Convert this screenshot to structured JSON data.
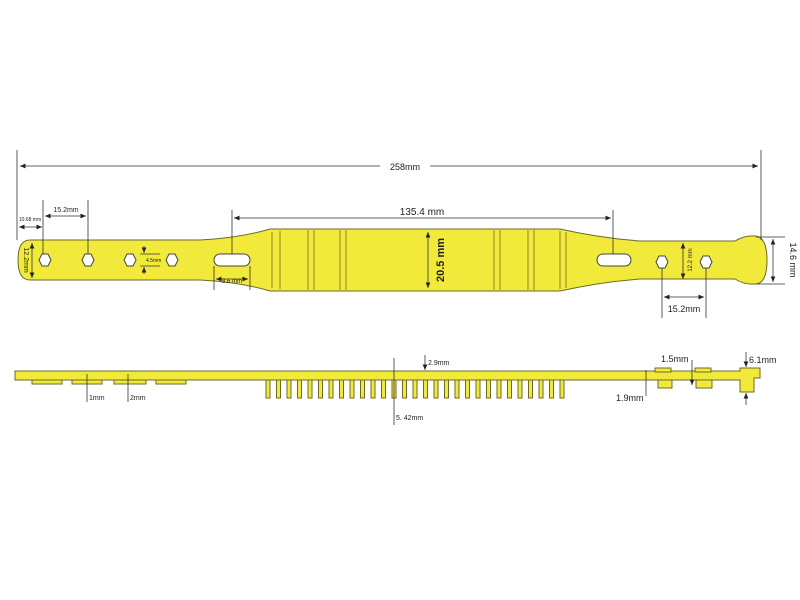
{
  "colors": {
    "strap": "#f2ea3a",
    "outline": "#6b6a2a",
    "dimension": "#333333"
  },
  "top_view": {
    "overall_length": "258mm",
    "end_offset": "10.68 mm",
    "hole_pitch_left": "15.2mm",
    "strap_width_left": "12.2mm",
    "hole_size": "4.5mm",
    "slot_width": "8.6 mm",
    "slot_spacing": "135.4 mm",
    "body_width": "20.5 mm",
    "strap_width_right": "12.2 mm",
    "hole_pitch_right": "15.2mm",
    "head_width": "14.6 mm"
  },
  "side_view": {
    "clip_gap_1": "1mm",
    "clip_gap_2": "2mm",
    "strap_thickness": "2.9mm",
    "tooth_height": "5. 42mm",
    "lock_thickness": "1.5mm",
    "head_height": "6.1mm",
    "lock_gap": "1.9mm"
  }
}
